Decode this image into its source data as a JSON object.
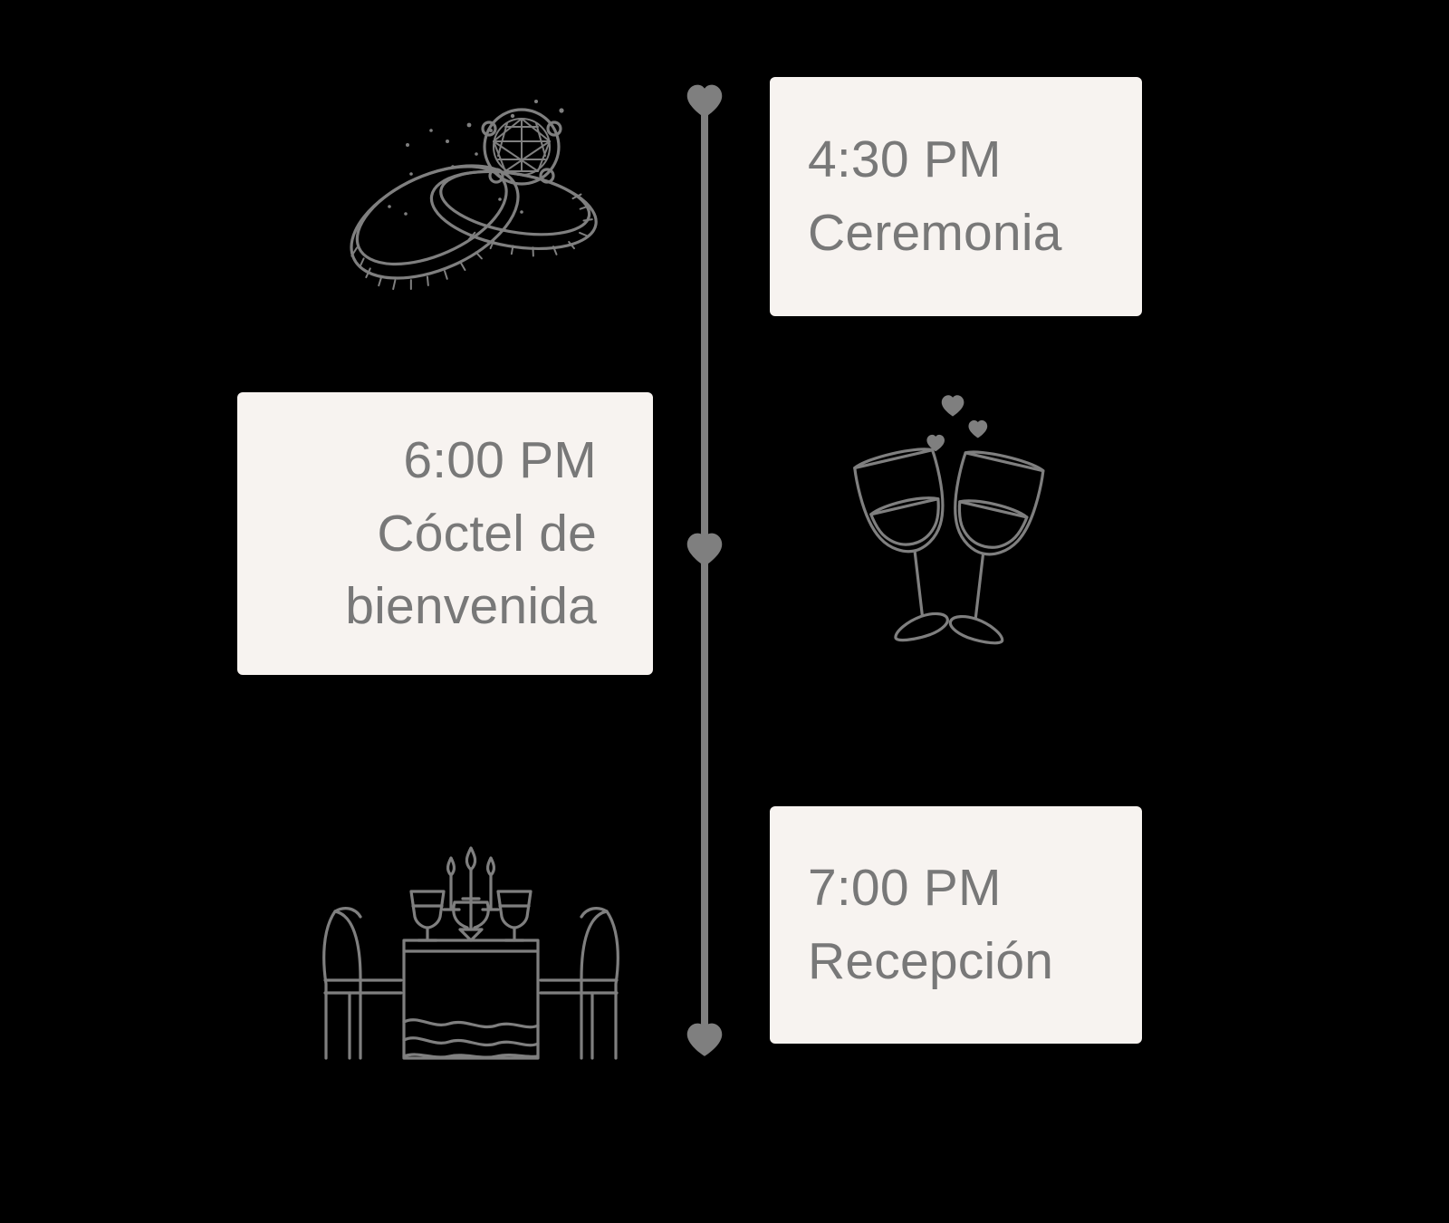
{
  "theme": {
    "background_color": "#000000",
    "card_color": "#F7F3F0",
    "accent_color": "#7f7f7f",
    "text_color": "#787878"
  },
  "timeline": {
    "name": "wedding-day-timeline",
    "markers": [
      {
        "icon": "heart-icon",
        "position": "top"
      },
      {
        "icon": "heart-icon",
        "position": "middle"
      },
      {
        "icon": "heart-icon",
        "position": "bottom"
      }
    ],
    "events": [
      {
        "time": "4:30 PM",
        "label": "Ceremonia",
        "icon": "wedding-rings-icon",
        "side": "right"
      },
      {
        "time": "6:00 PM",
        "label": "Cóctel de bienvenida",
        "icon": "champagne-toast-icon",
        "side": "left"
      },
      {
        "time": "7:00 PM",
        "label": "Recepción",
        "icon": "dinner-table-icon",
        "side": "right"
      }
    ]
  }
}
